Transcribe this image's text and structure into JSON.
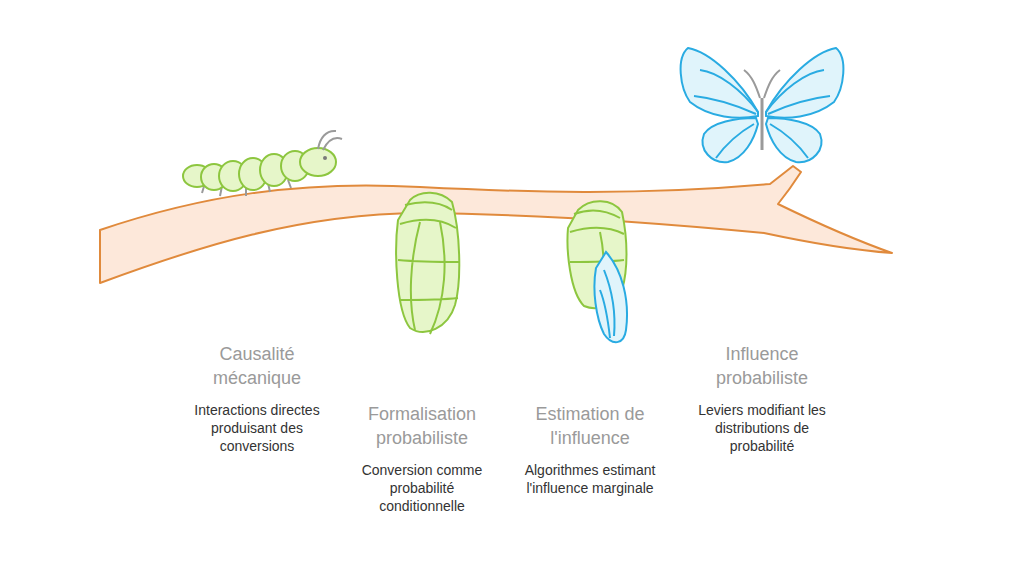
{
  "diagram": {
    "labels": [
      "Causalité mécanique",
      "Interactions directes produisant des conversions",
      "Formalisation probabiliste",
      "Conversion comme probabilité conditionnelle",
      "Estimation de l'influence",
      "Algorithmes estimant l'influence marginale",
      "Influence probabiliste",
      "Leviers modifiant les distributions de probabilité"
    ]
  }
}
